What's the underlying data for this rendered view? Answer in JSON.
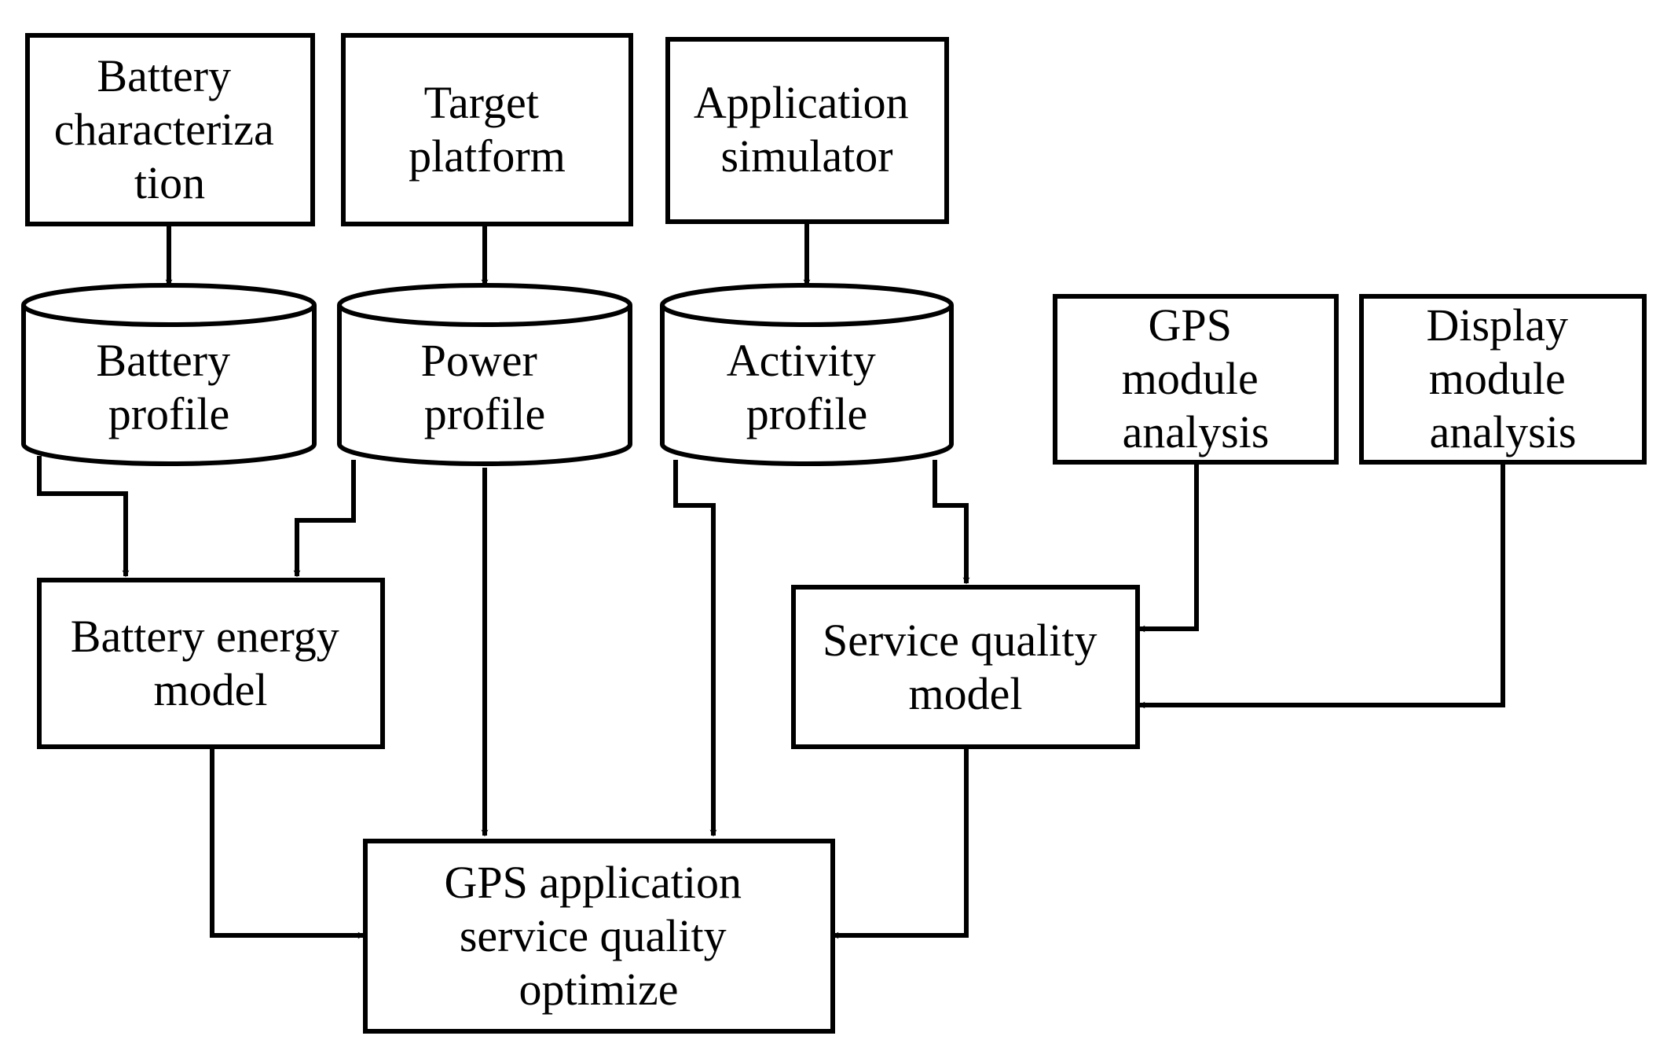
{
  "nodes": {
    "battery_characterization": {
      "lines": [
        "Battery",
        "characteriza",
        "tion"
      ]
    },
    "target_platform": {
      "lines": [
        "Target",
        "platform"
      ]
    },
    "application_simulator": {
      "lines": [
        "Application",
        "simulator"
      ]
    },
    "battery_profile": {
      "lines": [
        "Battery",
        "profile"
      ]
    },
    "power_profile": {
      "lines": [
        "Power",
        "profile"
      ]
    },
    "activity_profile": {
      "lines": [
        "Activity",
        "profile"
      ]
    },
    "gps_module_analysis": {
      "lines": [
        "GPS",
        "module",
        "analysis"
      ]
    },
    "display_module_analysis": {
      "lines": [
        "Display",
        "module",
        "analysis"
      ]
    },
    "battery_energy_model": {
      "lines": [
        "Battery energy",
        "model"
      ]
    },
    "service_quality_model": {
      "lines": [
        "Service quality",
        "model"
      ]
    },
    "gps_optimize": {
      "lines": [
        "GPS application",
        "service quality",
        "optimize"
      ]
    }
  },
  "edges": [
    {
      "from": "battery_characterization",
      "to": "battery_profile"
    },
    {
      "from": "target_platform",
      "to": "power_profile"
    },
    {
      "from": "application_simulator",
      "to": "activity_profile"
    },
    {
      "from": "battery_profile",
      "to": "battery_energy_model"
    },
    {
      "from": "power_profile",
      "to": "battery_energy_model"
    },
    {
      "from": "power_profile",
      "to": "gps_optimize"
    },
    {
      "from": "activity_profile",
      "to": "gps_optimize"
    },
    {
      "from": "activity_profile",
      "to": "service_quality_model"
    },
    {
      "from": "gps_module_analysis",
      "to": "service_quality_model"
    },
    {
      "from": "display_module_analysis",
      "to": "service_quality_model"
    },
    {
      "from": "battery_energy_model",
      "to": "gps_optimize"
    },
    {
      "from": "service_quality_model",
      "to": "gps_optimize"
    }
  ],
  "colors": {
    "stroke": "#000000",
    "fill": "#ffffff",
    "text": "#000000"
  }
}
